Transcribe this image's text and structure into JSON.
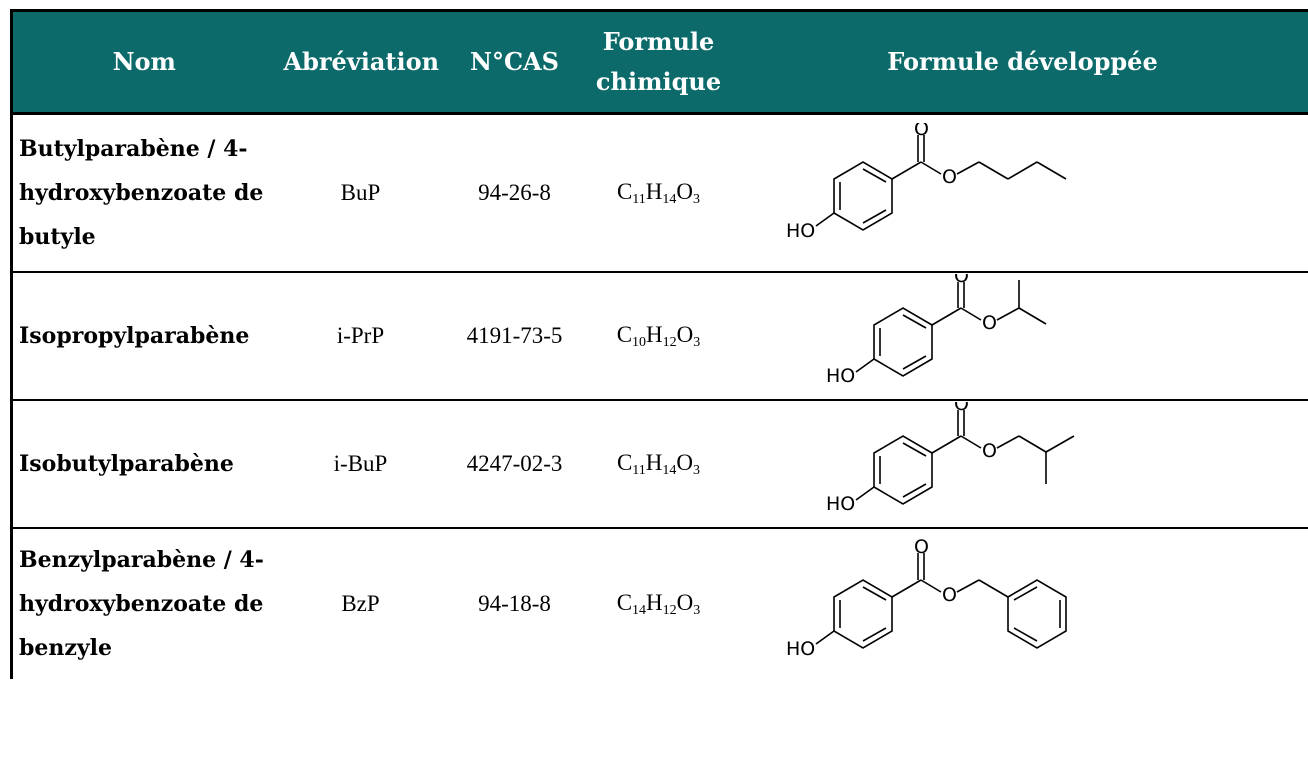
{
  "table": {
    "headers": {
      "nom": "Nom",
      "abreviation": "Abréviation",
      "cas": "N°CAS",
      "formule_l1": "Formule",
      "formule_l2": "chimique",
      "developpee": "Formule développée"
    },
    "rows": [
      {
        "nom_l1": "Butylparabène / 4-",
        "nom_l2": "hydroxybenzoate de",
        "nom_l3": "butyle",
        "abbr": "BuP",
        "cas": "94-26-8",
        "formula": [
          "C",
          "11",
          "H",
          "14",
          "O",
          "3"
        ],
        "atoms": {
          "o": "O",
          "ho": "HO"
        }
      },
      {
        "nom_l1": "Isopropylparabène",
        "abbr": "i-PrP",
        "cas": "4191-73-5",
        "formula": [
          "C",
          "10",
          "H",
          "12",
          "O",
          "3"
        ],
        "atoms": {
          "o": "O",
          "ho": "HO"
        }
      },
      {
        "nom_l1": "Isobutylparabène",
        "abbr": "i-BuP",
        "cas": "4247-02-3",
        "formula": [
          "C",
          "11",
          "H",
          "14",
          "O",
          "3"
        ],
        "atoms": {
          "o": "O",
          "ho": "HO"
        }
      },
      {
        "nom_l1": "Benzylparabène / 4-",
        "nom_l2": "hydroxybenzoate de",
        "nom_l3": "benzyle",
        "abbr": "BzP",
        "cas": "94-18-8",
        "formula": [
          "C",
          "14",
          "H",
          "12",
          "O",
          "3"
        ],
        "atoms": {
          "o": "O",
          "ho": "HO"
        }
      }
    ]
  }
}
